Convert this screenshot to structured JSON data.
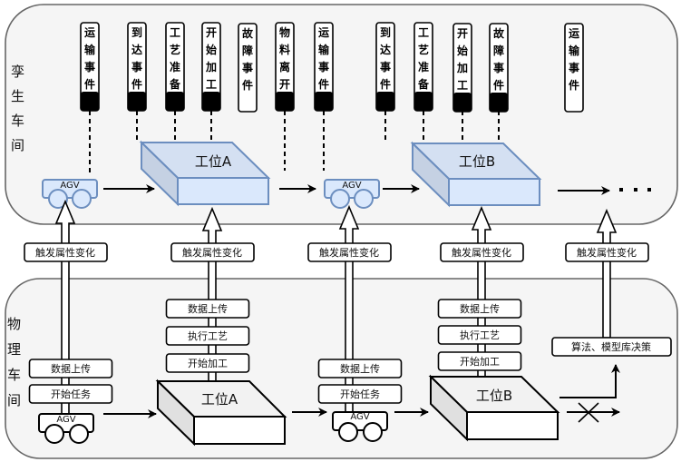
{
  "panels": {
    "digital": {
      "label_chars": [
        "孪",
        "生",
        "车",
        "间"
      ]
    },
    "physical": {
      "label_chars": [
        "物",
        "理",
        "车",
        "间"
      ]
    }
  },
  "event_tags": [
    {
      "chars": [
        "运",
        "输",
        "事",
        "件"
      ],
      "active": true
    },
    {
      "chars": [
        "到",
        "达",
        "事",
        "件"
      ],
      "active": true
    },
    {
      "chars": [
        "工",
        "艺",
        "准",
        "备"
      ],
      "active": true
    },
    {
      "chars": [
        "开",
        "始",
        "加",
        "工"
      ],
      "active": true
    },
    {
      "chars": [
        "故",
        "障",
        "事",
        "件"
      ],
      "active": false
    },
    {
      "chars": [
        "物",
        "料",
        "离",
        "开"
      ],
      "active": true
    },
    {
      "chars": [
        "运",
        "输",
        "事",
        "件"
      ],
      "active": true
    },
    {
      "chars": [
        "到",
        "达",
        "事",
        "件"
      ],
      "active": true
    },
    {
      "chars": [
        "工",
        "艺",
        "准",
        "备"
      ],
      "active": true
    },
    {
      "chars": [
        "开",
        "始",
        "加",
        "工"
      ],
      "active": true
    },
    {
      "chars": [
        "故",
        "障",
        "事",
        "件"
      ],
      "active": true
    },
    {
      "chars": [
        "运",
        "输",
        "事",
        "件"
      ],
      "active": false
    }
  ],
  "digital": {
    "agv_label": "AGV",
    "station_a": "工位A",
    "station_b": "工位B",
    "continuation": "···"
  },
  "physical": {
    "agv_label": "AGV",
    "station_a": "工位A",
    "station_b": "工位B",
    "agv1_steps": [
      "数据上传",
      "开始任务"
    ],
    "station_a_steps": [
      "数据上传",
      "执行工艺",
      "开始加工"
    ],
    "agv2_steps": [
      "数据上传",
      "开始任务"
    ],
    "station_b_steps": [
      "数据上传",
      "执行工艺",
      "开始加工"
    ],
    "decision": "算法、模型库决策"
  },
  "trigger_label": "触发属性变化"
}
